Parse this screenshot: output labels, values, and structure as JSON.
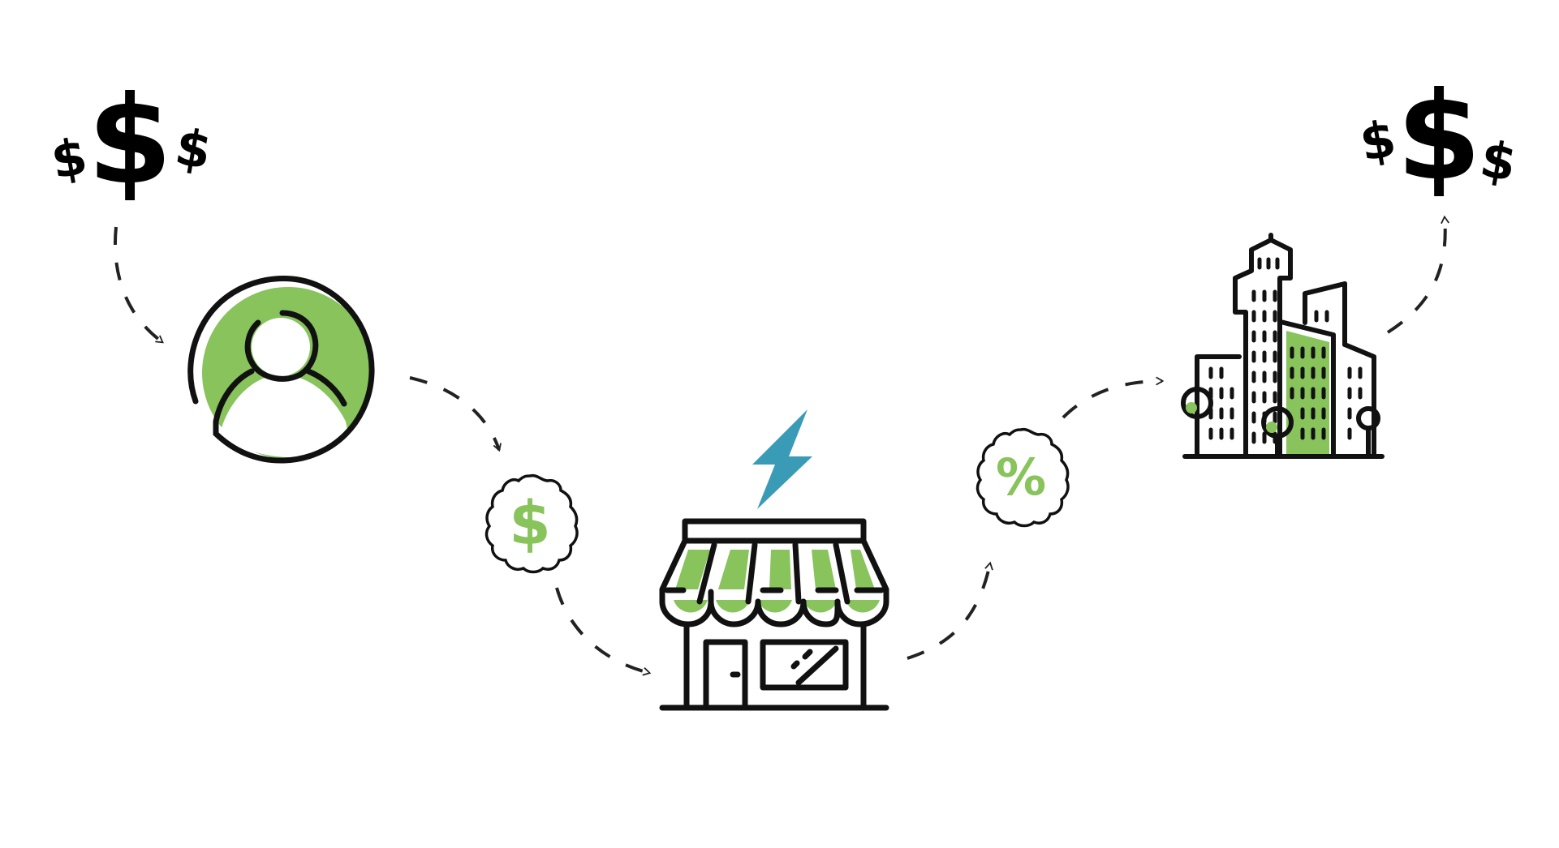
{
  "diagram": {
    "type": "money-flow",
    "colors": {
      "accent_green": "#88c35c",
      "ink": "#111111",
      "bolt_blue": "#3a9bb6",
      "arrow": "#222222",
      "background": "#ffffff"
    },
    "nodes": [
      {
        "id": "money-start",
        "icon": "dollar-signs-icon"
      },
      {
        "id": "customer",
        "icon": "person-icon"
      },
      {
        "id": "payment-badge",
        "icon": "dollar-badge-icon",
        "glyph": "$"
      },
      {
        "id": "local-store",
        "icon": "storefront-icon"
      },
      {
        "id": "energy",
        "icon": "lightning-bolt-icon"
      },
      {
        "id": "percent-badge",
        "icon": "percent-badge-icon",
        "glyph": "%"
      },
      {
        "id": "city",
        "icon": "city-buildings-icon"
      },
      {
        "id": "money-end",
        "icon": "dollar-signs-icon"
      }
    ],
    "symbols": {
      "dollar_large": "$",
      "dollar_small": "$"
    }
  }
}
